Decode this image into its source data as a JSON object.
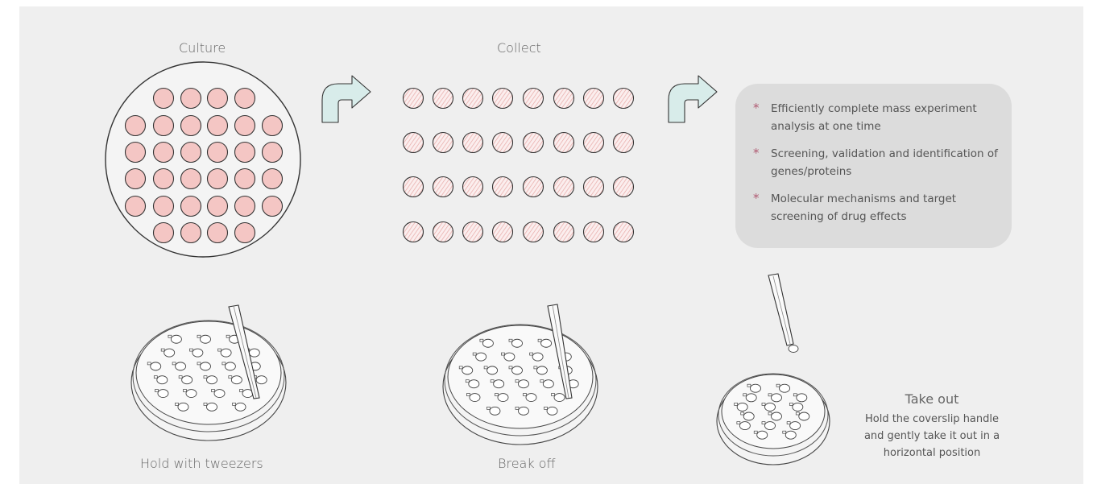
{
  "stages": {
    "culture": "Culture",
    "collect": "Collect"
  },
  "benefits": [
    "Efficiently complete mass experiment analysis at one time",
    "Screening, validation and identification of genes/proteins",
    "Molecular mechanisms and target screening of drug effects"
  ],
  "bullet_symbol": "*",
  "steps": {
    "hold": "Hold with tweezers",
    "break": "Break off",
    "take_out_title": "Take out",
    "take_out_desc": "Hold the coverslip handle and gently take it out in a horizontal position"
  },
  "colors": {
    "background": "#efefef",
    "well_fill": "#f4c6c4",
    "arrow_fill": "#d8ecea",
    "bullet_star": "#b05a72",
    "info_box": "#dcdcdc"
  }
}
